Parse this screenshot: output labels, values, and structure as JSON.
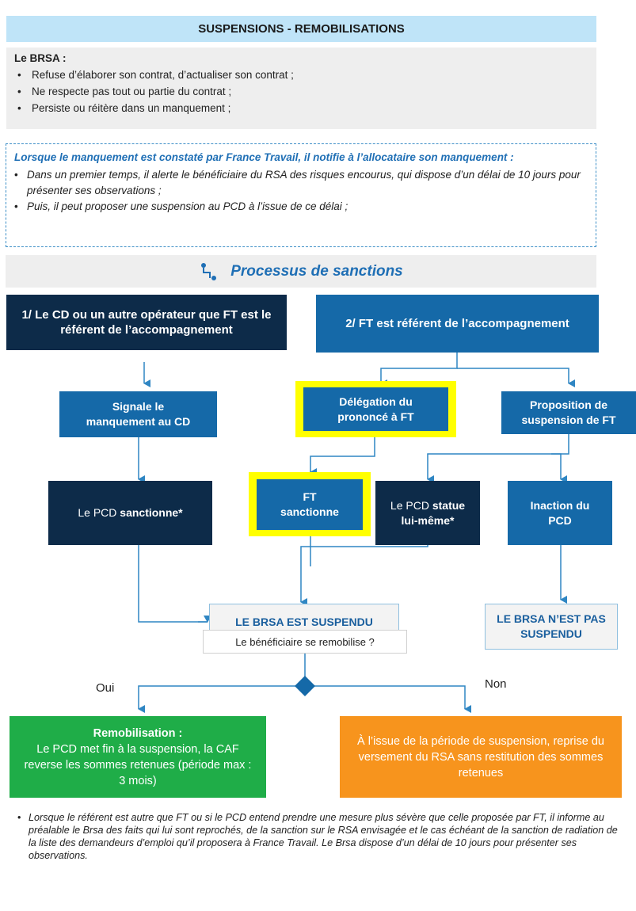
{
  "title": "SUSPENSIONS - REMOBILISATIONS",
  "brsa": {
    "heading": "Le BRSA :",
    "items": [
      "Refuse d’élaborer son contrat, d’actualiser son contrat ;",
      "Ne respecte pas tout ou partie du contrat ;",
      "Persiste ou réitère dans un manquement ;"
    ]
  },
  "notice": {
    "heading": "Lorsque le manquement est constaté  par France Travail,  il notifie à l’allocataire son manquement :",
    "items": [
      "Dans un premier temps, il alerte le bénéficiaire du RSA des risques encourus, qui dispose d’un délai de 10 jours pour présenter ses observations ;",
      "Puis, il peut proposer une suspension au PCD à l’issue de ce délai ;"
    ]
  },
  "process": {
    "label": "Processus de sanctions",
    "icon": "flow-icon"
  },
  "flow": {
    "case1": "1/ Le CD ou un autre opérateur que FT est le référent de l’accompagnement",
    "case2": "2/ FT est référent de l’accompagnement",
    "signale": "Signale le manquement au CD",
    "delegation": "Délégation du prononcé à FT",
    "proposition": "Proposition de suspension de FT",
    "pcd_prefix": "Le PCD ",
    "pcd_sanction": "sanctionne*",
    "ft_sanction": "FT sanctionne",
    "pcd_statue_prefix": "Le PCD ",
    "pcd_statue_bold": "statue lui-même*",
    "inaction": "Inaction du PCD",
    "suspendu": "LE BRSA EST SUSPENDU",
    "non_suspendu": "LE BRSA N’EST PAS SUSPENDU",
    "question": "Le bénéficiaire se remobilise ?",
    "oui": "Oui",
    "non": "Non",
    "remob_title": "Remobilisation :",
    "remob_text": "Le PCD met fin à la suspension, la CAF reverse les sommes retenues (période max : 3 mois)",
    "issue_text": "À l’issue de la période de suspension, reprise du versement du RSA sans restitution des sommes retenues"
  },
  "footnote": "Lorsque le référent est autre que FT ou si le PCD entend prendre une mesure plus sévère que celle proposée par FT, il informe au préalable le Brsa des faits qui lui sont reprochés, de la sanction  sur le RSA envisagée et le cas échéant de la sanction de radiation de la liste des demandeurs d’emploi qu’il proposera à France Travail. Le Brsa dispose d’un délai de 10 jours pour présenter ses observations.",
  "colors": {
    "dark": "#0d2b49",
    "mid": "#1569a8",
    "accent": "#1f6fb5",
    "highlight": "#ffff00",
    "green": "#1fad48",
    "orange": "#f7941d",
    "connector": "#2f86c3"
  }
}
